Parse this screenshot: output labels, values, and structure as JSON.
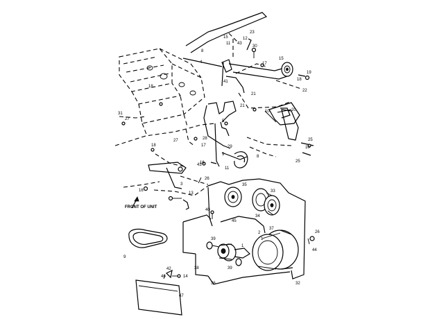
{
  "callouts": {
    "c1": "23",
    "c2": "15",
    "c3": "12",
    "c4": "43",
    "c5": "11",
    "c6": "8",
    "c7": "30",
    "c8": "4",
    "c9": "17",
    "c10": "15",
    "c11": "19",
    "c12": "18",
    "c13": "22",
    "c14": "18",
    "c15": "41",
    "c16": "31",
    "c17": "27",
    "c18": "21",
    "c19": "21",
    "c20": "10",
    "c21": "20",
    "c22": "5",
    "c23": "27",
    "c24": "28",
    "c25": "17",
    "c26": "29",
    "c27": "10",
    "c28": "25",
    "c29": "25",
    "c30": "18",
    "c31": "9",
    "c32": "8",
    "c33": "16",
    "c34": "43",
    "c35": "11",
    "c36": "26",
    "c37": "3",
    "c38": "13",
    "c39": "16",
    "c40": "35",
    "c41": "33",
    "c42": "40",
    "c43": "34",
    "c44": "45",
    "c45": "37",
    "c46": "2",
    "c47": "1",
    "c48": "39",
    "c49": "26",
    "c50": "44",
    "c51": "38",
    "c52": "39",
    "c53": "36",
    "c54": "32",
    "c55": "46",
    "c56": "42",
    "c57": "14",
    "c58": "47",
    "c59": "1",
    "c60": "9"
  },
  "front_label": "FRONT OF UNIT"
}
